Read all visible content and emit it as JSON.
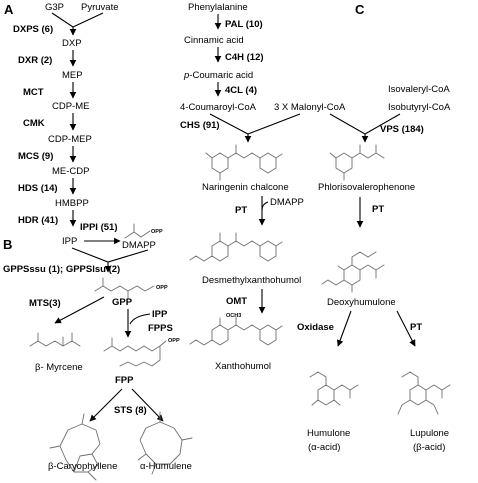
{
  "panels": {
    "a": "A",
    "b": "B",
    "c": "C"
  },
  "panel_a": {
    "g3p": "G3P",
    "pyruvate": "Pyruvate",
    "dxp": "DXP",
    "mep": "MEP",
    "cdp_me": "CDP-ME",
    "cdp_mep": "CDP-MEP",
    "me_cdp": "ME-CDP",
    "hmbpp": "HMBPP",
    "ipp": "IPP",
    "dmapp": "DMAPP",
    "opp": "OPP",
    "enzymes": {
      "dxps": "DXPS (6)",
      "dxr": "DXR (2)",
      "mct": "MCT",
      "cmk": "CMK",
      "mcs": "MCS (9)",
      "hds": "HDS (14)",
      "hdr": "HDR (41)",
      "ippi": "IPPI (51)"
    }
  },
  "panel_b": {
    "gpps": "GPPSssu (1); GPPSlsu (2)",
    "mts": "MTS(3)",
    "gpp": "GPP",
    "opp": "OPP",
    "myrcene": "β- Myrcene",
    "ipp": "IPP",
    "fpps": "FPPS",
    "fpp": "FPP",
    "sts": "STS (8)",
    "caryophyllene": "β-Caryophyllene",
    "humulene": "α-Humulene"
  },
  "panel_center": {
    "phenylalanine": "Phenylalanine",
    "pal": "PAL (10)",
    "cinnamic": "Cinnamic acid",
    "c4h": "C4H (12)",
    "p_prefix": "p",
    "coumaric": "-Coumaric acid",
    "fourcl": "4CL (4)",
    "coumaroyl": "4-Coumaroyl-CoA",
    "malonyl": "3 X Malonyl-CoA",
    "chs": "CHS (91)",
    "naringenin": "Naringenin chalcone",
    "pt": "PT",
    "dmapp": "DMAPP",
    "desmethyl": "Desmethylxanthohumol",
    "omt": "OMT",
    "xanthohumol": "Xanthohumol",
    "och3": "OCH3"
  },
  "panel_c": {
    "isovaleryl": "Isovaleryl-CoA",
    "isobutyryl": "Isobutyryl-CoA",
    "vps": "VPS (184)",
    "phlorisovalerophenone": "Phlorisovalerophenone",
    "pt": "PT",
    "deoxyhumulone": "Deoxyhumulone",
    "oxidase": "Oxidase",
    "pt2": "PT",
    "humulone": "Humulone",
    "humulone_sub": "(α-acid)",
    "lupulone": "Lupulone",
    "lupulone_sub": "(β-acid)"
  },
  "colors": {
    "text": "#000000",
    "structure": "#6f6f6f",
    "background": "#ffffff"
  }
}
